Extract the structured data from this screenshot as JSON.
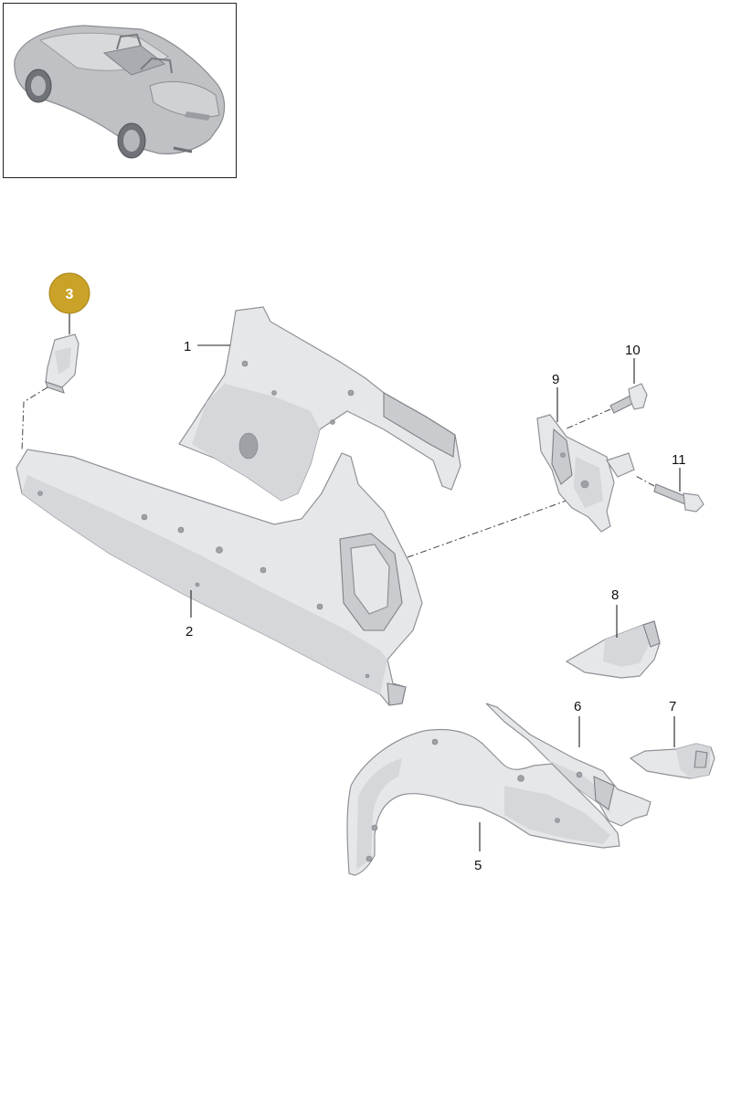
{
  "callouts": {
    "p1": "1",
    "p2": "2",
    "p3": "3",
    "p5": "5",
    "p6": "6",
    "p7": "7",
    "p8": "8",
    "p9": "9",
    "p10": "10",
    "p11": "11"
  },
  "highlight": {
    "part": "3",
    "color": "#c9a227"
  },
  "icons": {
    "thumbnail": "convertible-car-icon"
  }
}
